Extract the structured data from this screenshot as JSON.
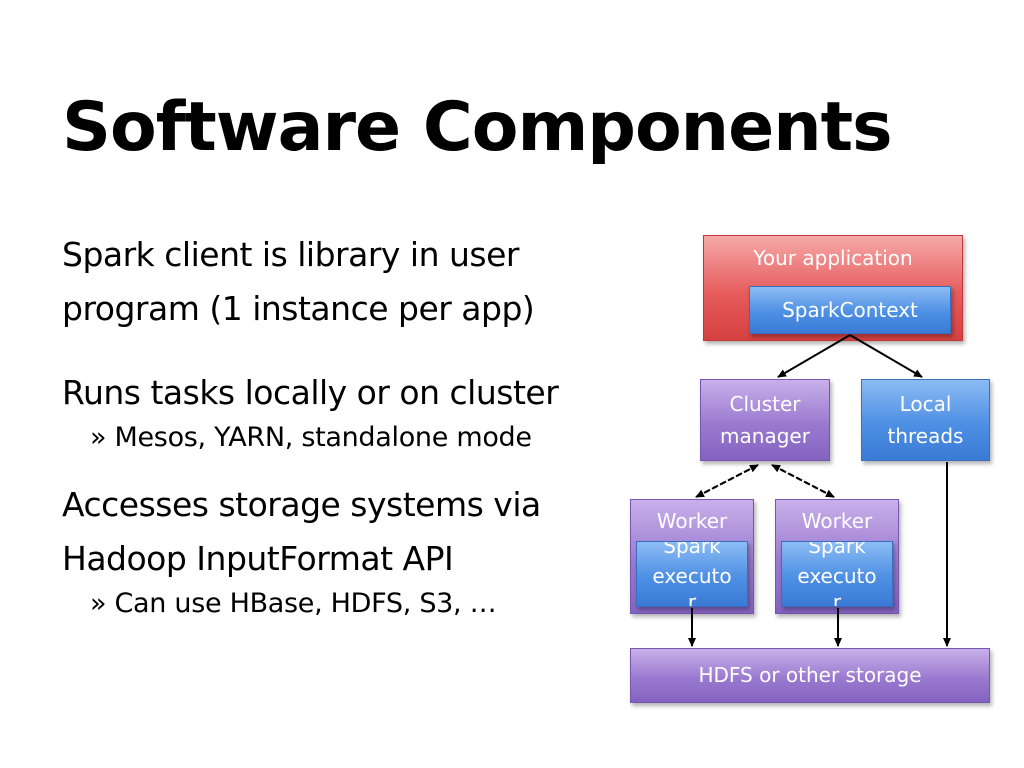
{
  "slide": {
    "title": "Software Components",
    "bullets": [
      {
        "text": "Spark client is library in user"
      },
      {
        "text": "program (1 instance per app)"
      },
      {
        "text": "Runs tasks locally or on cluster"
      },
      {
        "text": "» Mesos, YARN, standalone mode"
      },
      {
        "text": "Accesses storage systems via"
      },
      {
        "text": "Hadoop InputFormat API"
      },
      {
        "text": "» Can use HBase, HDFS, S3, …"
      }
    ]
  },
  "diagram": {
    "app_label": "Your application",
    "spark_context_label": "SparkContext",
    "cluster_manager_line1": "Cluster",
    "cluster_manager_line2": "manager",
    "local_threads_line1": "Local",
    "local_threads_line2": "threads",
    "worker_label": "Worker",
    "executor_line1": "Spark",
    "executor_line2": "executo",
    "executor_line3": "r",
    "storage_label": "HDFS or other storage",
    "colors": {
      "app": "#e65c5c",
      "spark_context": "#4e90e4",
      "cluster": "#9a7ad0",
      "local": "#4e90e4",
      "storage": "#9a7ad0"
    }
  }
}
